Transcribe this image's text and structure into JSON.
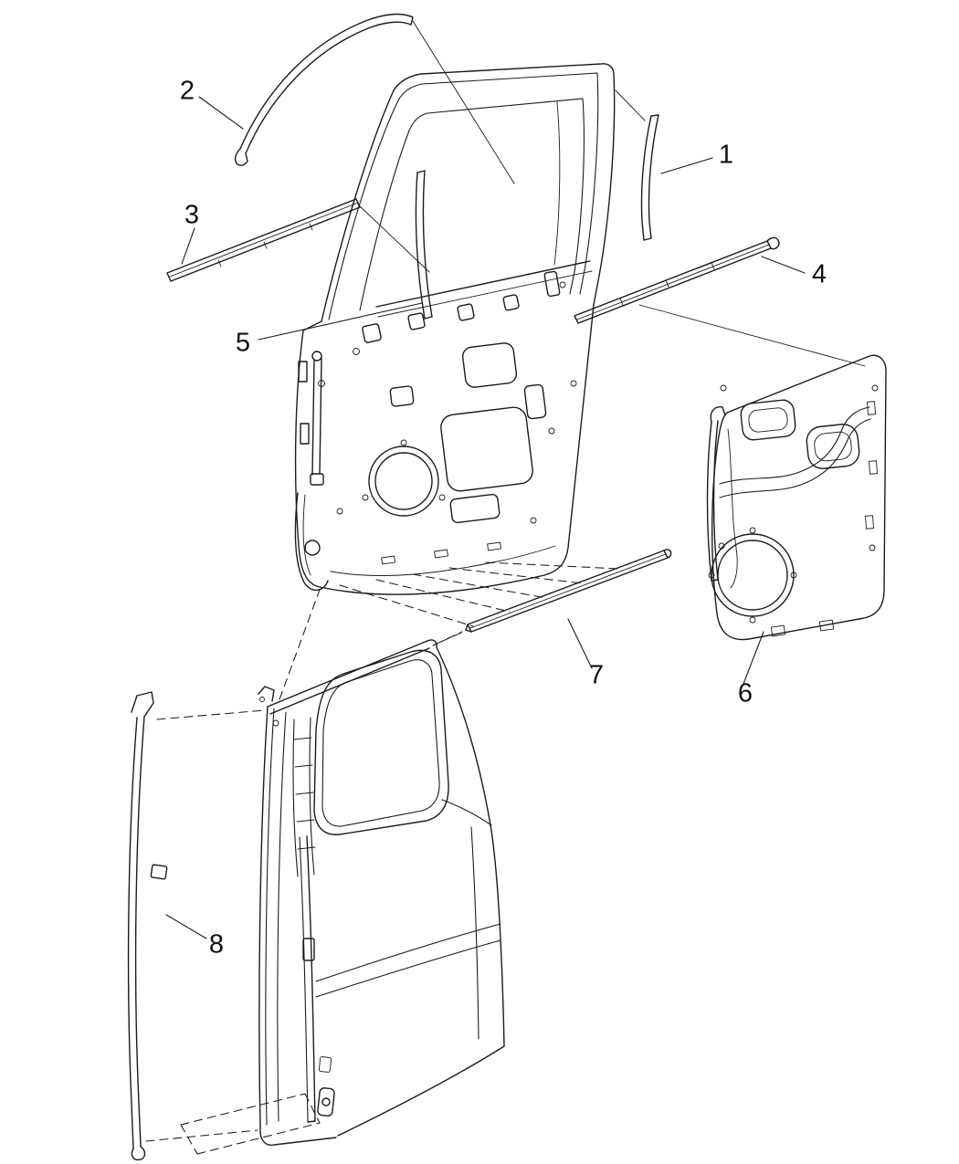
{
  "diagram": {
    "background_color": "#ffffff",
    "line_color": "#1c1c1c",
    "callouts": [
      {
        "label": "1"
      },
      {
        "label": "2"
      },
      {
        "label": "3"
      },
      {
        "label": "4"
      },
      {
        "label": "5"
      },
      {
        "label": "6"
      },
      {
        "label": "7"
      },
      {
        "label": "8"
      }
    ]
  }
}
